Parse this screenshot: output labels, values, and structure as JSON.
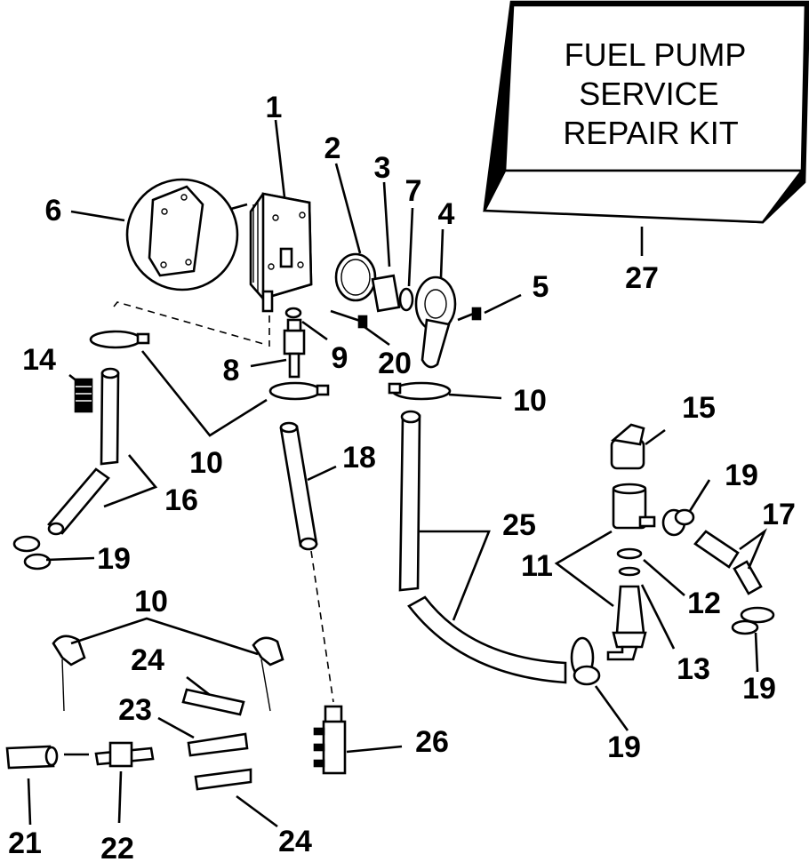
{
  "kit_box": {
    "line1": "FUEL PUMP",
    "line2": "SERVICE",
    "line3": "REPAIR KIT"
  },
  "callouts": {
    "c1": "1",
    "c2": "2",
    "c3": "3",
    "c4": "4",
    "c5": "5",
    "c6": "6",
    "c7": "7",
    "c8": "8",
    "c9": "9",
    "c10a": "10",
    "c10b": "10",
    "c10c": "10",
    "c11": "11",
    "c12": "12",
    "c13": "13",
    "c14": "14",
    "c15": "15",
    "c16": "16",
    "c17": "17",
    "c18": "18",
    "c19a": "19",
    "c19b": "19",
    "c19c": "19",
    "c19d": "19",
    "c20": "20",
    "c21": "21",
    "c22": "22",
    "c23": "23",
    "c24a": "24",
    "c24b": "24",
    "c25": "25",
    "c26": "26",
    "c27": "27"
  }
}
